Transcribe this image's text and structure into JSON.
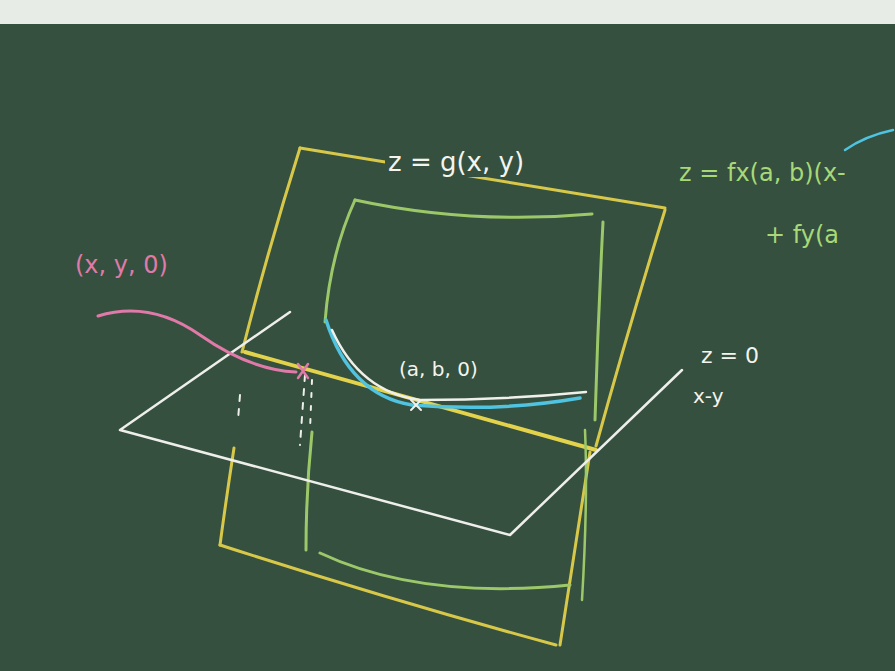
{
  "diagram": {
    "labels": [
      "z = g(x, y)",
      "(x, y, 0)",
      "(a, b, 0)",
      "z = 0",
      "x-y",
      "z = fx(a, b)(x-",
      "+ fy(a"
    ]
  }
}
